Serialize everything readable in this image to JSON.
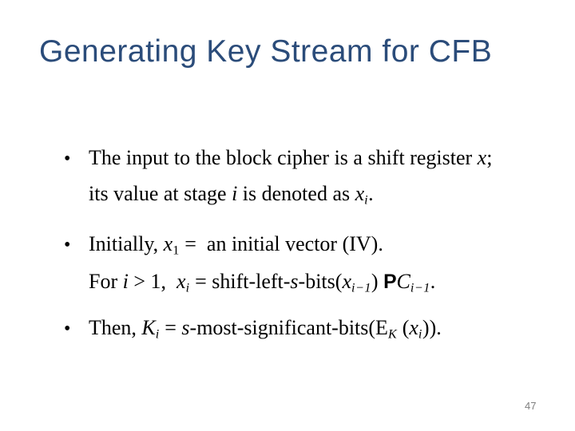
{
  "slide": {
    "title": "Generating Key Stream for CFB",
    "title_color": "#2b4c7a",
    "bullet_char": "•",
    "page_number": "47",
    "lines": [
      {
        "bullet": true,
        "segments": [
          {
            "t": "The input to the block cipher is a shift register ",
            "s": "p"
          },
          {
            "t": "x",
            "s": "i"
          },
          {
            "t": ";",
            "s": "p"
          }
        ]
      },
      {
        "bullet": false,
        "segments": [
          {
            "t": "its value at stage ",
            "s": "p"
          },
          {
            "t": "i",
            "s": "i"
          },
          {
            "t": " is denoted as ",
            "s": "p"
          },
          {
            "t": "x",
            "s": "i"
          },
          {
            "t": "i",
            "s": "isub"
          },
          {
            "t": ".",
            "s": "p"
          }
        ]
      },
      {
        "bullet": true,
        "segments": [
          {
            "t": "Initially, ",
            "s": "p"
          },
          {
            "t": "x",
            "s": "i"
          },
          {
            "t": "1",
            "s": "sub"
          },
          {
            "t": " =  an initial vector (IV).",
            "s": "p"
          }
        ]
      },
      {
        "bullet": false,
        "segments": [
          {
            "t": "For ",
            "s": "p"
          },
          {
            "t": "i",
            "s": "i"
          },
          {
            "t": " > 1,  ",
            "s": "p"
          },
          {
            "t": "x",
            "s": "i"
          },
          {
            "t": "i",
            "s": "isub"
          },
          {
            "t": " = shift-left-",
            "s": "p"
          },
          {
            "t": "s",
            "s": "i"
          },
          {
            "t": "-bits(",
            "s": "p"
          },
          {
            "t": "x",
            "s": "i"
          },
          {
            "t": "i−1",
            "s": "isub"
          },
          {
            "t": ") ",
            "s": "p"
          },
          {
            "t": "P",
            "s": "sans"
          },
          {
            "t": "C",
            "s": "i"
          },
          {
            "t": "i−1",
            "s": "isub"
          },
          {
            "t": ".",
            "s": "p"
          }
        ]
      },
      {
        "bullet": true,
        "segments": [
          {
            "t": "Then, ",
            "s": "p"
          },
          {
            "t": "K",
            "s": "i"
          },
          {
            "t": "i",
            "s": "isub"
          },
          {
            "t": " = ",
            "s": "p"
          },
          {
            "t": "s",
            "s": "i"
          },
          {
            "t": "-most-significant-bits(E",
            "s": "p"
          },
          {
            "t": "K",
            "s": "isub"
          },
          {
            "t": " (",
            "s": "p"
          },
          {
            "t": "x",
            "s": "i"
          },
          {
            "t": "i",
            "s": "isub"
          },
          {
            "t": ")).",
            "s": "p"
          }
        ]
      }
    ]
  }
}
